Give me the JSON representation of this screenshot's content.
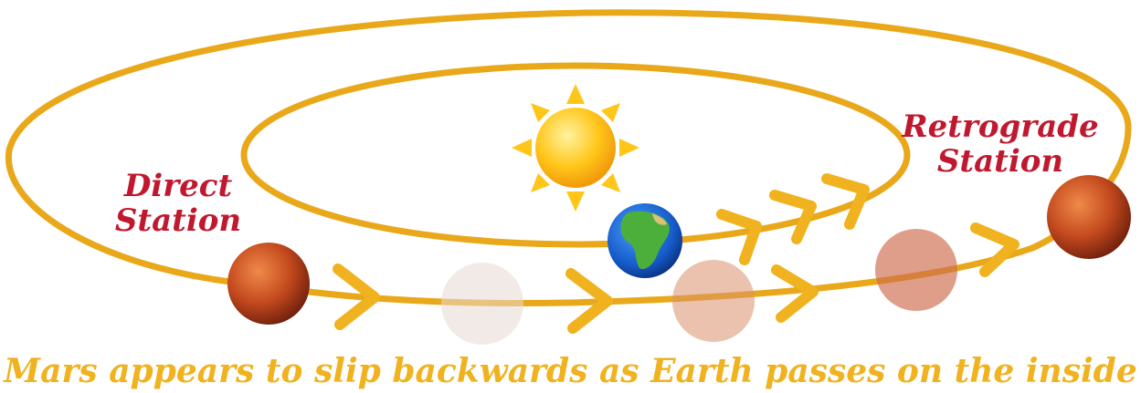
{
  "labels": {
    "direct_station": [
      "Direct",
      "Station"
    ],
    "retrograde_station": [
      "Retrograde",
      "Station"
    ]
  },
  "caption": "Mars appears to slip backwards as Earth passes on the inside",
  "colors": {
    "orbit": "#e9a81a",
    "label_red": "#c0182e",
    "caption_gold": "#f0b21e"
  },
  "icons": [
    "sun-icon",
    "earth-icon",
    "mars-icon"
  ]
}
